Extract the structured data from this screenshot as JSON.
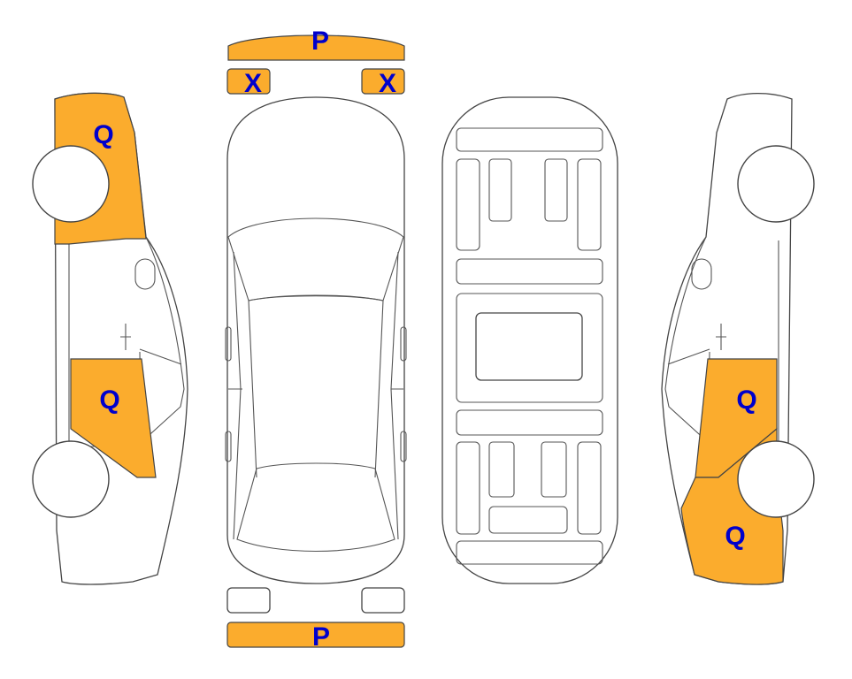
{
  "colors": {
    "damage_fill": "#FBAC2D",
    "code_text": "#0000CC",
    "outline": "#444444",
    "background": "#ffffff"
  },
  "codes": {
    "front_bumper": "P",
    "left_headlight": "X",
    "right_headlight": "X",
    "left_rear_quarter": "Q",
    "left_rear_door": "Q",
    "right_rear_door": "Q",
    "right_rear_quarter": "Q",
    "rear_bumper": "P"
  }
}
